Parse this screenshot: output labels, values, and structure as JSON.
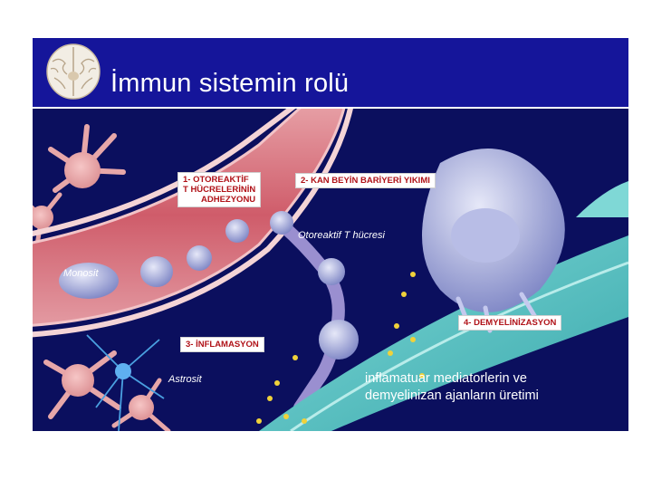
{
  "header": {
    "title": "İmmun sistemin rolü",
    "icon": "brain-icon"
  },
  "labels": {
    "step1": [
      "1- OTOREAKTİF",
      "T HÜCRELERİNİN",
      "ADHEZYONU"
    ],
    "step2": "2- KAN BEYİN BARİYERİ YIKIMI",
    "step3": "3- İNFLAMASYON",
    "step4": "4- DEMYELİNİZASYON"
  },
  "cell_labels": {
    "tcell": "Otoreaktif T hücresi",
    "monocyte": "Monosit",
    "astrocyte": "Astrosit"
  },
  "caption": [
    "inflamatuar mediatorlerin ve",
    "demyelinizan ajanların üretimi"
  ],
  "colors": {
    "slide_bg": "#0b0f5e",
    "header_bg": "#15159a",
    "vessel": "#d9707a",
    "label_text": "#b01218",
    "axon": "#5fc8c8"
  }
}
